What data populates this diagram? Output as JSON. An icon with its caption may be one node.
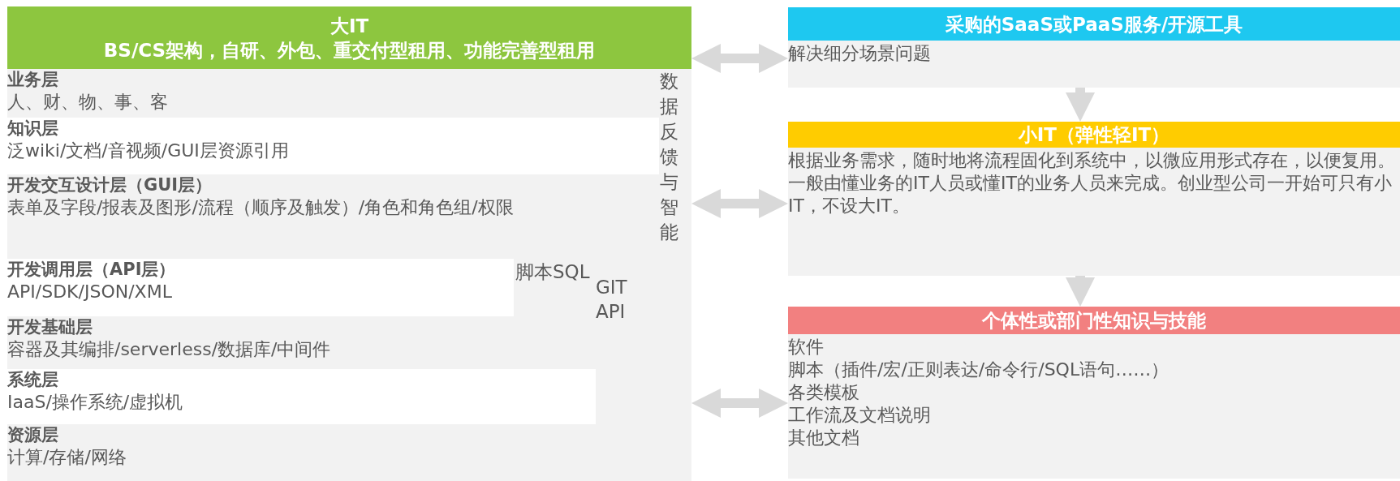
{
  "diagram": {
    "nodes": [
      {
        "text": [
          "大IT",
          "BS/CS架构，自研、外包、重交付型租用、功能完善型租用"
        ]
      },
      {
        "text": [
          "业务层",
          "人、财、物、事、客"
        ],
        "in": 0
      },
      {
        "text": [
          "知识层",
          "泛wiki/文档/音视频/GUI层资源引用"
        ],
        "in": 0
      },
      {
        "text": [
          "开发交互设计层（GUI层）",
          "表单及字段/报表及图形/流程（顺序及触发）/角色和角色组/权限"
        ],
        "in": 0
      },
      {
        "text": [
          "开发调用层（API层）",
          "API/SDK/JSON/XML"
        ],
        "in": 0
      },
      {
        "text": [
          "开发基础层",
          "容器及其编排/serverless/数据库/中间件"
        ],
        "in": 0
      },
      {
        "text": [
          "系统层",
          "IaaS/操作系统/虚拟机"
        ],
        "in": 0
      },
      {
        "text": [
          "资源层",
          "计算/存储/网络"
        ],
        "in": 0
      },
      {
        "text": [
          "脚本SQL"
        ],
        "in": 0
      },
      {
        "text": [
          "GIT API"
        ],
        "in": 0
      },
      {
        "text": [
          "数据反馈与智能"
        ],
        "in": 0
      },
      {
        "text": [
          "采购的SaaS或PaaS服务/开源工具",
          "解决细分场景问题"
        ]
      },
      {
        "text": [
          "小IT（弹性轻IT）",
          "根据业务需求，随时地将流程固化到系统中，以微应用形式存在，以便复用。",
          "一般由懂业务的IT人员或懂IT的业务人员来完成。创业型公司一开始可只有小IT，不设大IT。"
        ]
      },
      {
        "text": [
          "个体性或部门性知识与技能",
          "软件",
          "脚本（插件/宏/正则表达/命令行/SQL语句……）",
          "各类模板",
          "工作流及文档说明",
          "其他文档"
        ]
      }
    ],
    "edges": [
      {
        "from": 0,
        "to": 11,
        "arrow": "both"
      },
      {
        "from": 10,
        "to": 12,
        "arrow": "both"
      },
      {
        "from": 10,
        "to": 13,
        "arrow": "both"
      },
      {
        "from": 11,
        "to": 12,
        "arrow": "to"
      },
      {
        "from": 12,
        "to": 13,
        "arrow": "to"
      }
    ]
  }
}
